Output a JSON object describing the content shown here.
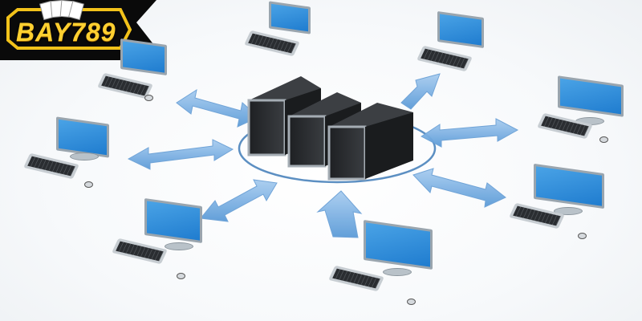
{
  "logo": {
    "text": "BAY789",
    "colors": {
      "gold": "#ffd030",
      "black": "#0a0a0a"
    }
  },
  "illustration": {
    "subject": "client-server network diagram",
    "server_count": 3,
    "client_count": 8,
    "colors": {
      "arrow": "#7fb3e6",
      "screen": "#2a8ad8",
      "server": "#2b2d30",
      "ring": "#5c8fc2"
    }
  }
}
